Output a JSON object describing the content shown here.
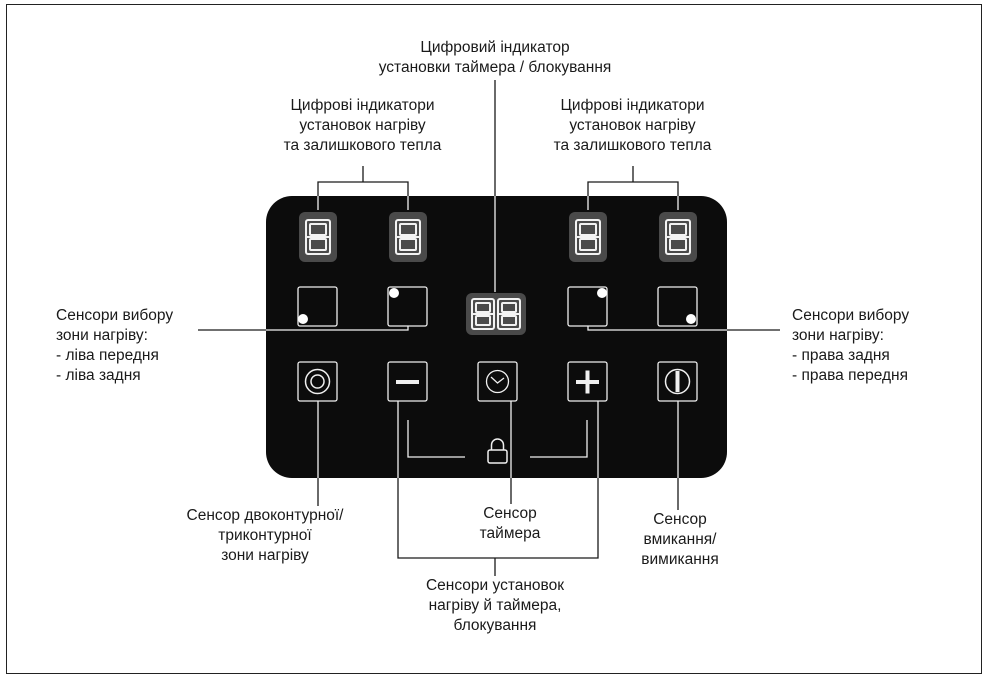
{
  "diagram": {
    "title_lines": [
      "Цифровий індикатор",
      "установки таймера / блокування"
    ],
    "left_indicators_lines": [
      "Цифрові індикатори",
      "установок нагріву",
      "та залишкового тепла"
    ],
    "right_indicators_lines": [
      "Цифрові індикатори",
      "установок нагріву",
      "та залишкового тепла"
    ],
    "left_zone_lines": [
      "Сенсори вибору",
      "зони нагріву:",
      "- ліва передня",
      "- ліва задня"
    ],
    "right_zone_lines": [
      "Сенсори вибору",
      "зони нагріву:",
      "- права задня",
      "- права передня"
    ],
    "dual_zone_lines": [
      "Сенсор двоконтурної/",
      "триконтурної",
      "зони нагріву"
    ],
    "timer_lines": [
      "Сенсор",
      "таймера"
    ],
    "power_lines": [
      "Сенсор",
      "вмикання/",
      "вимикання"
    ],
    "setting_lines": [
      "Сенсори установок",
      "нагріву й таймера,",
      "блокування"
    ]
  },
  "panel": {
    "zone_digits": [
      "8",
      "8",
      "8",
      "8"
    ],
    "timer_digits": "88",
    "colors": {
      "panel": "#0c0c0c",
      "digit_box": "#4a4a4a",
      "segment": "#f2f2f2",
      "line": "#1a1a1a"
    }
  }
}
